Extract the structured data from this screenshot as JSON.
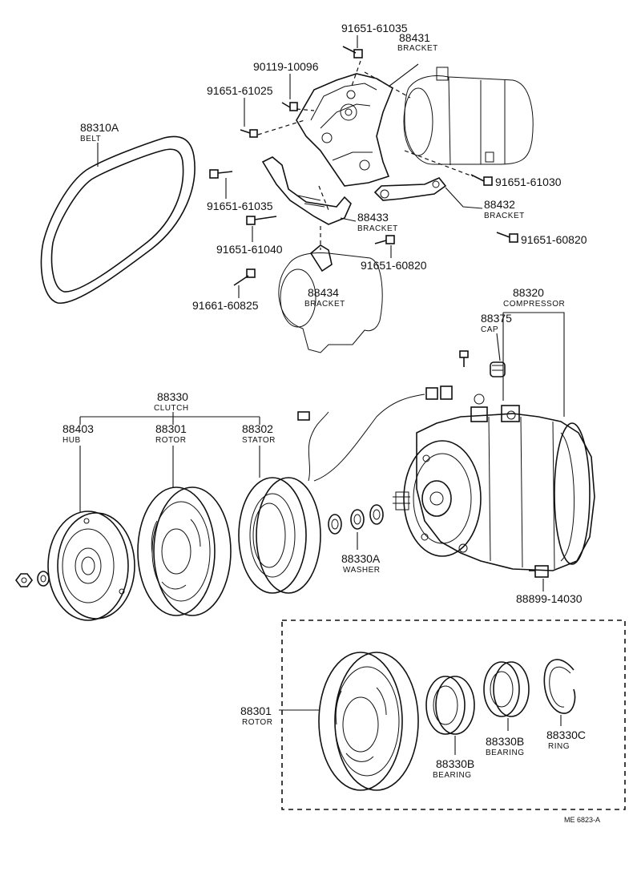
{
  "labels": {
    "belt": {
      "number": "88310A",
      "desc": "BELT"
    },
    "bolt_top": {
      "number": "91651-61035"
    },
    "bracket_88431": {
      "number": "88431",
      "desc": "BRACKET"
    },
    "bolt_90119": {
      "number": "90119-10096"
    },
    "bolt_61025": {
      "number": "91651-61025"
    },
    "bolt_61030": {
      "number": "91651-61030"
    },
    "bolt_61035_left": {
      "number": "91651-61035"
    },
    "bracket_88432": {
      "number": "88432",
      "desc": "BRACKET"
    },
    "bracket_88433": {
      "number": "88433",
      "desc": "BRACKET"
    },
    "bolt_61040": {
      "number": "91651-61040"
    },
    "bolt_60820_right": {
      "number": "91651-60820"
    },
    "bolt_60820_mid": {
      "number": "91651-60820"
    },
    "bracket_88434": {
      "number": "88434",
      "desc": "BRACKET"
    },
    "bolt_60825": {
      "number": "91661-60825"
    },
    "compressor": {
      "number": "88320",
      "desc": "COMPRESSOR"
    },
    "cap": {
      "number": "88375",
      "desc": "CAP"
    },
    "clutch": {
      "number": "88330",
      "desc": "CLUTCH"
    },
    "hub": {
      "number": "88403",
      "desc": "HUB"
    },
    "rotor": {
      "number": "88301",
      "desc": "ROTOR"
    },
    "stator": {
      "number": "88302",
      "desc": "STATOR"
    },
    "washer": {
      "number": "88330A",
      "desc": "WASHER"
    },
    "plug": {
      "number": "88899-14030"
    },
    "rotor_detail": {
      "number": "88301",
      "desc": "ROTOR"
    },
    "bearing_left": {
      "number": "88330B",
      "desc": "BEARING"
    },
    "bearing_right": {
      "number": "88330B",
      "desc": "BEARING"
    },
    "ring": {
      "number": "88330C",
      "desc": "RING"
    }
  },
  "footer": {
    "code": "ME  6823-A"
  }
}
